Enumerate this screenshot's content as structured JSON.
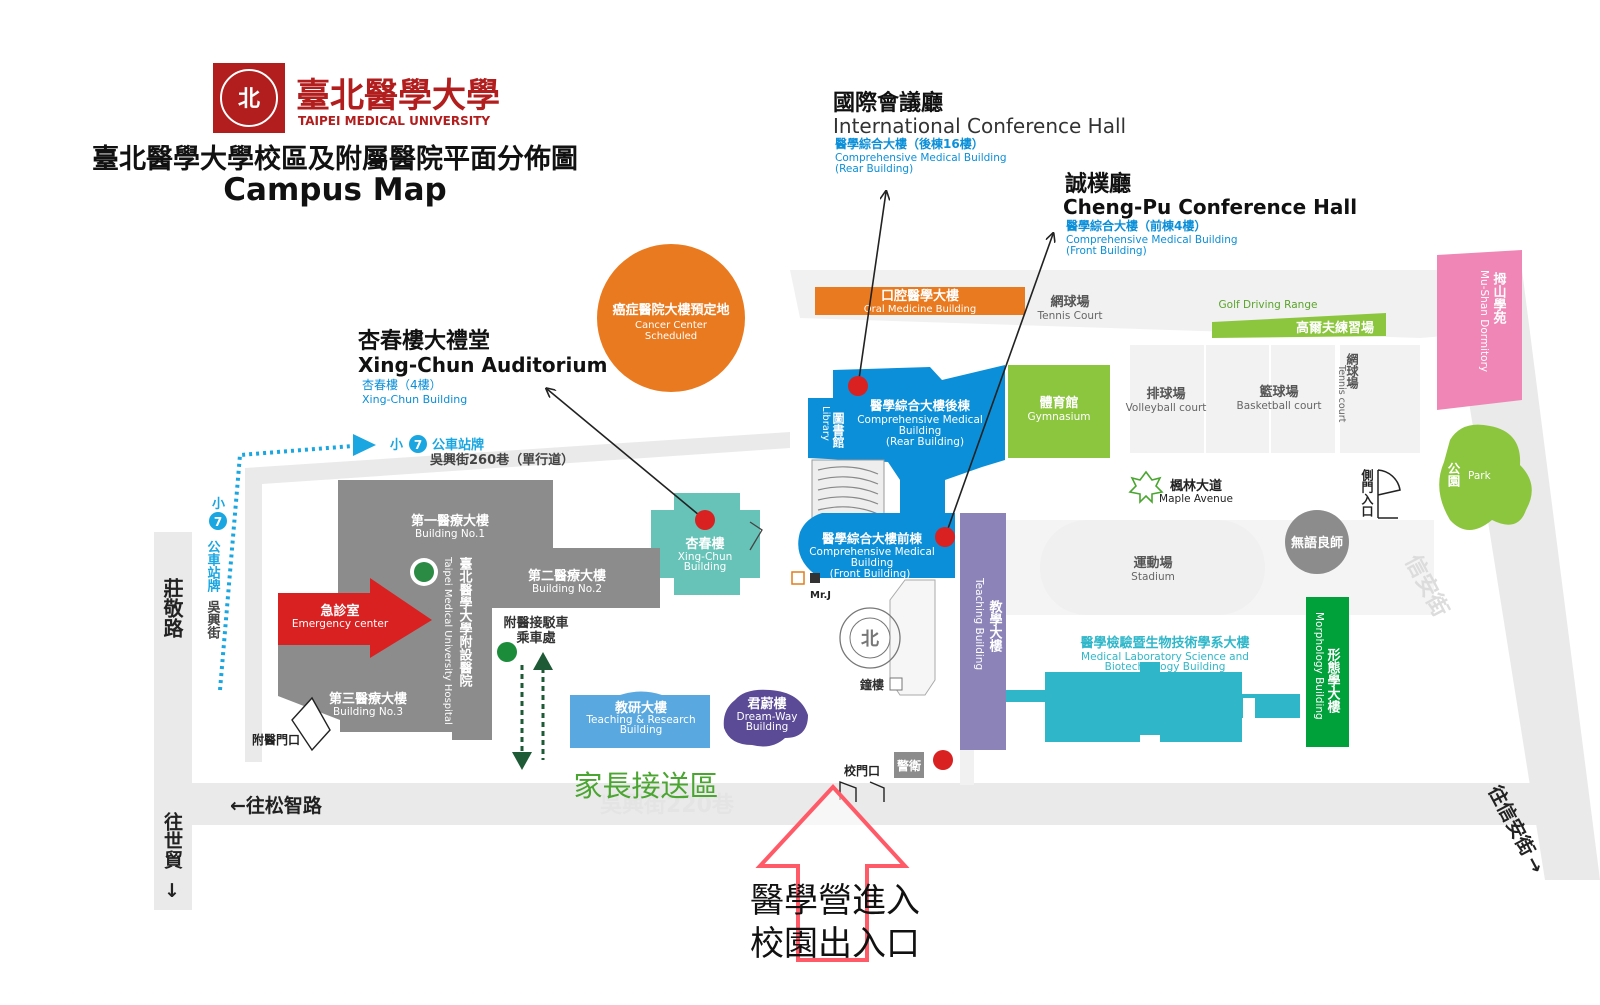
{
  "header": {
    "logo_calligraphy": "臺北醫學大學",
    "logo_english": "TAIPEI MEDICAL UNIVERSITY",
    "title_zh": "臺北醫學大學校區及附屬醫院平面分佈圖",
    "title_en": "Campus Map"
  },
  "callouts": {
    "international": {
      "zh": "國際會議廳",
      "en": "International Conference Hall",
      "sub_zh": "醫學綜合大樓（後棟16樓）",
      "sub_en1": "Comprehensive Medical Building",
      "sub_en2": "(Rear Building)"
    },
    "chengpu": {
      "zh": "誠樸廳",
      "en": "Cheng-Pu Conference Hall",
      "sub_zh": "醫學綜合大樓（前棟4樓）",
      "sub_en1": "Comprehensive Medical Building",
      "sub_en2": "(Front Building)"
    },
    "xingchun": {
      "zh": "杏春樓大禮堂",
      "en": "Xing-Chun Auditorium",
      "sub_zh": "杏春樓（4樓）",
      "sub_en": "Xing-Chun Building"
    }
  },
  "buildings": {
    "cancer": {
      "zh": "癌症醫院大樓預定地",
      "en1": "Cancer Center",
      "en2": "Scheduled"
    },
    "oral": {
      "zh": "口腔醫學大樓",
      "en": "Oral Medicine Building"
    },
    "tennis": {
      "zh": "網球場",
      "en": "Tennis Court"
    },
    "golf": {
      "zh": "高爾夫練習場",
      "en": "Golf Driving Range"
    },
    "dorm": {
      "zh": "拇山學苑",
      "en": "Mu-Shan Dormitory"
    },
    "library": {
      "zh": "圖書館",
      "en": "Library"
    },
    "rear": {
      "zh": "醫學綜合大樓後棟",
      "en1": "Comprehensive Medical",
      "en2": "Building",
      "en3": "(Rear Building)"
    },
    "gym": {
      "zh": "體育館",
      "en": "Gymnasium"
    },
    "volleyball": {
      "zh": "排球場",
      "en": "Volleyball court"
    },
    "basketball": {
      "zh": "籃球場",
      "en": "Basketball court"
    },
    "tennis2": {
      "zh": "網球場",
      "en": "Tennis court"
    },
    "park": {
      "zh": "公園",
      "en": "Park"
    },
    "maple": {
      "zh": "楓林大道",
      "en": "Maple Avenue"
    },
    "side_gate": {
      "zh": "側門入口"
    },
    "wuyu": {
      "zh": "無語良師"
    },
    "front": {
      "zh": "醫學綜合大樓前棟",
      "en1": "Comprehensive Medical",
      "en2": "Building",
      "en3": "(Front Building)"
    },
    "teaching": {
      "zh": "教學大樓",
      "en": "Teaching Building"
    },
    "stadium": {
      "zh": "運動場",
      "en": "Stadium"
    },
    "medlab": {
      "zh": "醫學檢驗暨生物技術學系大樓",
      "en1": "Medical Laboratory Science and",
      "en2": "Biotechnology Building"
    },
    "morph": {
      "zh": "形態學大樓",
      "en": "Morphology Building"
    },
    "xingchun": {
      "zh": "杏春樓",
      "en1": "Xing-Chun",
      "en2": "Building"
    },
    "b1": {
      "zh": "第一醫療大樓",
      "en": "Building No.1"
    },
    "b2": {
      "zh": "第二醫療大樓",
      "en": "Building No.2"
    },
    "b3": {
      "zh": "第三醫療大樓",
      "en": "Building No.3"
    },
    "hospital": {
      "zh": "臺北醫學大學附設醫院",
      "en": "Taipei Medical University Hospital"
    },
    "er": {
      "zh": "急診室",
      "en": "Emergency center"
    },
    "tr": {
      "zh": "教研大樓",
      "en1": "Teaching & Research",
      "en2": "Building"
    },
    "dream": {
      "zh": "君蔚樓",
      "en1": "Dream-Way",
      "en2": "Building"
    },
    "bell": {
      "zh": "鐘樓"
    },
    "guard": {
      "zh": "警衛"
    },
    "main_gate": {
      "zh": "校門口"
    },
    "hosp_gate": {
      "zh": "附醫門口"
    },
    "mrj": {
      "en": "Mr.J"
    }
  },
  "transit": {
    "bus_top": "公車站牌",
    "bus_top_pre": "小",
    "lane": "吳興街260巷（單行道）",
    "bus_left_pre": "小",
    "bus_left": "公車站牌",
    "bus_left_street": "吳興街",
    "bus_number": "7",
    "shuttle": "附醫接駁車",
    "shuttle2": "乘車處",
    "pickup": "家長接送區"
  },
  "roads": {
    "zhuangjing": "莊敬路",
    "songzhi": "←往松智路",
    "shimao": "往世貿",
    "shimao_arrow": "↓",
    "xinan": "往信安街",
    "xinan_arrow": "→",
    "xinyi_faint": "信安街"
  },
  "entrance": {
    "line1": "醫學營進入",
    "line2": "校園出入口"
  },
  "colors": {
    "blue": "#0b8fd8",
    "gray": "#8c8c8c",
    "teal": "#67c3b8",
    "lightblue": "#5aa8e0",
    "cyan": "#2fb7c9",
    "purple": "#8c84b9",
    "green": "#00a03a",
    "lime": "#8cc63e",
    "orange": "#ea7a1f",
    "red": "#d92121",
    "pink": "#ef86b5"
  }
}
